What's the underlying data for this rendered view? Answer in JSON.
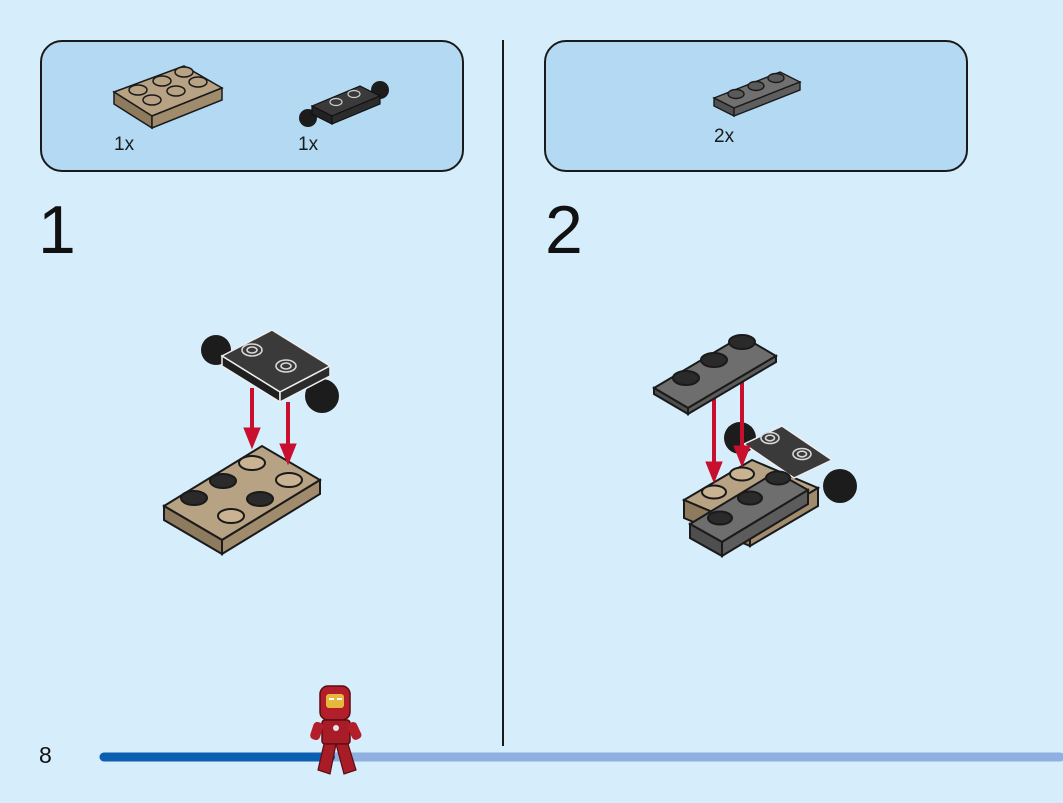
{
  "page": {
    "number": "8"
  },
  "colors": {
    "background": "#d6edfb",
    "parts_box": "#b3d9f3",
    "tan": "#b7a284",
    "tan_side": "#8e7a5d",
    "dark_grey": "#3a3a3a",
    "medium_grey": "#6b6b6b",
    "arrow_red": "#c8102e",
    "progress_done": "#0a5fb0",
    "progress_rest": "#8fb0e0",
    "minifig_red": "#b21f2a"
  },
  "progress": {
    "fraction": 0.3
  },
  "steps": [
    {
      "number": "1",
      "parts": [
        {
          "name": "tan-plate-2x3",
          "quantity": "1x"
        },
        {
          "name": "dark-grey-plate-ball-joints",
          "quantity": "1x"
        }
      ]
    },
    {
      "number": "2",
      "parts": [
        {
          "name": "dark-grey-plate-1x3",
          "quantity": "2x"
        }
      ]
    }
  ],
  "icons": [
    "tan-plate-icon",
    "ball-plate-icon",
    "grey-plate-icon",
    "arrow-icon",
    "iron-man-minifigure-icon"
  ]
}
